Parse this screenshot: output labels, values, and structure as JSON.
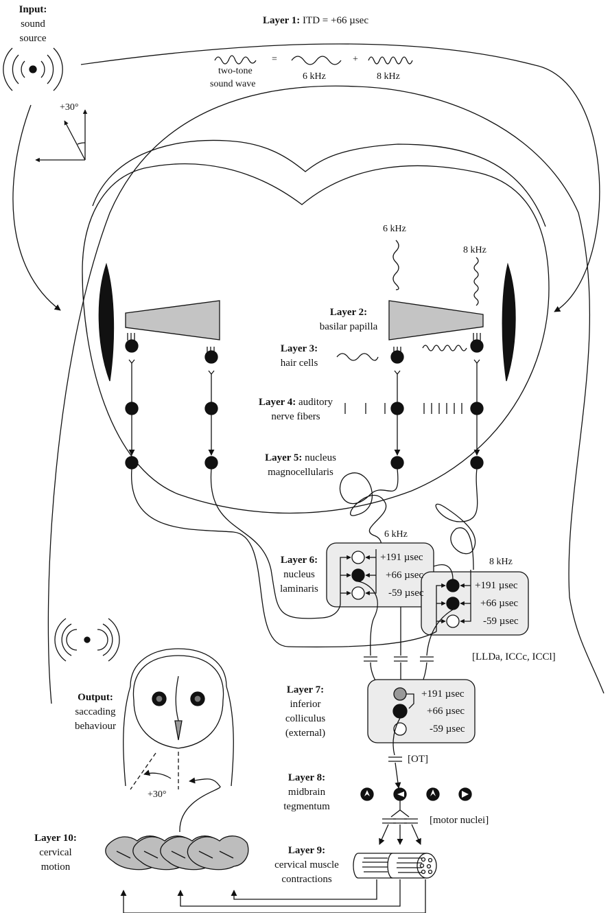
{
  "input": {
    "title": "Input:",
    "line1": "sound",
    "line2": "source"
  },
  "angle_input": "+30°",
  "layer1": {
    "title": "Layer 1:",
    "text": "ITD = +66 µsec"
  },
  "waves": {
    "twotone_1": "two-tone",
    "twotone_2": "sound wave",
    "equals": "=",
    "plus": "+",
    "f1": "6 kHz",
    "f2": "8 kHz"
  },
  "freq_labels": {
    "left": "6 kHz",
    "right": "8 kHz"
  },
  "layer2": {
    "title": "Layer 2:",
    "text": "basilar papilla"
  },
  "layer3": {
    "title": "Layer 3:",
    "text": "hair cells"
  },
  "layer4": {
    "title": "Layer 4:",
    "text1": "auditory",
    "text2": "nerve fibers"
  },
  "layer5": {
    "title": "Layer 5:",
    "text1": "nucleus",
    "text2": "magnocellularis"
  },
  "layer6": {
    "title": "Layer 6:",
    "text1": "nucleus",
    "text2": "laminaris",
    "box6_freq": "6 kHz",
    "box8_freq": "8 kHz",
    "delays": [
      "+191 µsec",
      "+66 µsec",
      "-59 µsec"
    ]
  },
  "lld_label": "[LLDa, ICCc, ICCl]",
  "layer7": {
    "title": "Layer 7:",
    "text1": "inferior",
    "text2": "colliculus",
    "text3": "(external)",
    "delays": [
      "+191 µsec",
      "+66 µsec",
      "-59 µsec"
    ]
  },
  "ot_label": "[OT]",
  "layer8": {
    "title": "Layer 8:",
    "text1": "midbrain",
    "text2": "tegmentum"
  },
  "motor_label": "[motor nuclei]",
  "layer9": {
    "title": "Layer 9:",
    "text1": "cervical muscle",
    "text2": "contractions"
  },
  "layer10": {
    "title": "Layer 10:",
    "text1": "cervical",
    "text2": "motion"
  },
  "output": {
    "title": "Output:",
    "text1": "saccading",
    "text2": "behaviour"
  },
  "angle_output": "+30°",
  "colors": {
    "line": "#111111",
    "gray_fill": "#c8c8c8",
    "box_fill": "#ececec",
    "neuron": "#111111"
  }
}
